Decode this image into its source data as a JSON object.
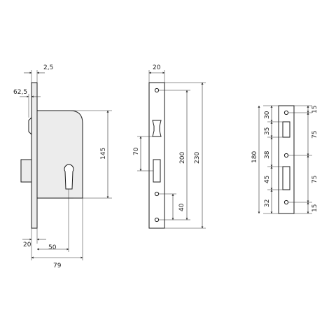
{
  "lock_body": {
    "dims": {
      "faceplate_thickness": "2,5",
      "backset_offset": "62,5",
      "body_height": "145",
      "face_to_case": "20",
      "backset": "50",
      "overall_depth": "79"
    }
  },
  "faceplate": {
    "dims": {
      "width": "20",
      "slot_height": "70",
      "fixing_spacing": "200",
      "overall_length": "230",
      "lower_spacing": "40"
    }
  },
  "strike_plate": {
    "dims": {
      "overall_length": "180",
      "top_margin": "30",
      "upper_slot": "35",
      "gap": "38",
      "lower_slot": "45",
      "bottom_margin": "32",
      "right_top": "15",
      "right_upper": "75",
      "right_lower": "75",
      "right_bottom": "15"
    }
  },
  "colors": {
    "line": "#1a1a1a",
    "part_fill": "#ececec"
  }
}
